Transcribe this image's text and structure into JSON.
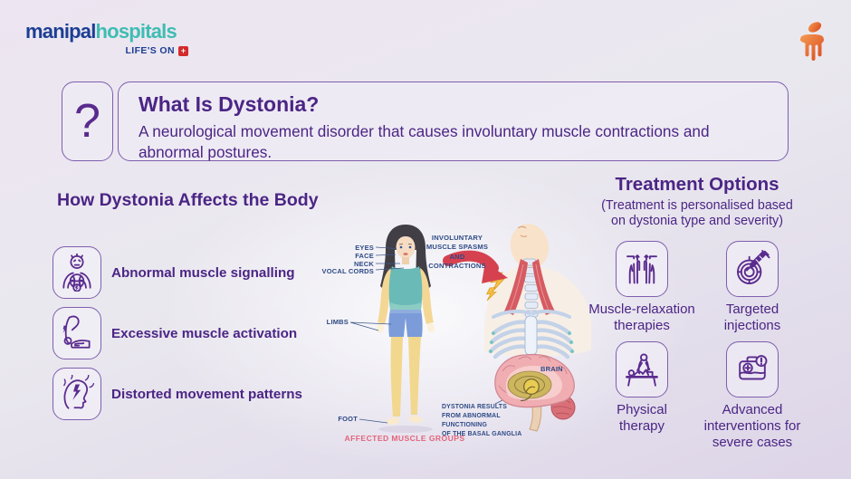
{
  "brand": {
    "name_primary": "manipal",
    "name_secondary": "hospitals",
    "tagline": "LIFE'S ON",
    "cross_glyph": "+",
    "colors": {
      "primary_blue": "#1c3e93",
      "teal": "#3ebdb2",
      "orange": "#e0551f"
    }
  },
  "header": {
    "icon": "question-mark",
    "question_glyph": "?",
    "title": "What Is Dystonia?",
    "description": "A neurological movement disorder that causes involuntary muscle contractions and abnormal postures."
  },
  "affects": {
    "title": "How Dystonia Affects the Body",
    "items": [
      {
        "icon": "brain-signal-icon",
        "label": "Abnormal muscle signalling"
      },
      {
        "icon": "muscle-arm-icon",
        "label": "Excessive muscle activation"
      },
      {
        "icon": "head-spasm-icon",
        "label": "Distorted movement patterns"
      }
    ]
  },
  "diagram": {
    "body_labels": {
      "eyes": "EYES",
      "face": "FACE",
      "neck": "NECK",
      "vocal_cords": "VOCAL CORDS",
      "limbs": "LIMBS",
      "foot": "FOOT"
    },
    "callout_lines": [
      "INVOLUNTARY",
      "MUSCLE SPASMS",
      "AND CONTRACTIONS"
    ],
    "brain_label": "BRAIN",
    "brain_caption_lines": [
      "DYSTONIA RESULTS",
      "FROM ABNORMAL FUNCTIONING",
      "OF THE BASAL GANGLIA"
    ],
    "footer_caption": "AFFECTED MUSCLE GROUPS",
    "colors": {
      "arrow_red": "#d6414f",
      "label_navy": "#2e4a86",
      "caption_pink": "#e2647c"
    }
  },
  "treatments": {
    "title": "Treatment Options",
    "subtitle_lines": [
      "(Treatment is personalised based",
      "on dystonia type and severity)"
    ],
    "items": [
      {
        "icon": "massage-hands-icon",
        "label": "Muscle-relaxation therapies"
      },
      {
        "icon": "target-injection-icon",
        "label": "Targeted injections"
      },
      {
        "icon": "physical-therapy-icon",
        "label": "Physical therapy"
      },
      {
        "icon": "medical-kit-icon",
        "label": "Advanced interventions for severe cases"
      }
    ]
  },
  "theme": {
    "purple_text": "#4b2585",
    "purple_border": "#7e5fae",
    "icon_stroke": "#5a2b8e"
  }
}
